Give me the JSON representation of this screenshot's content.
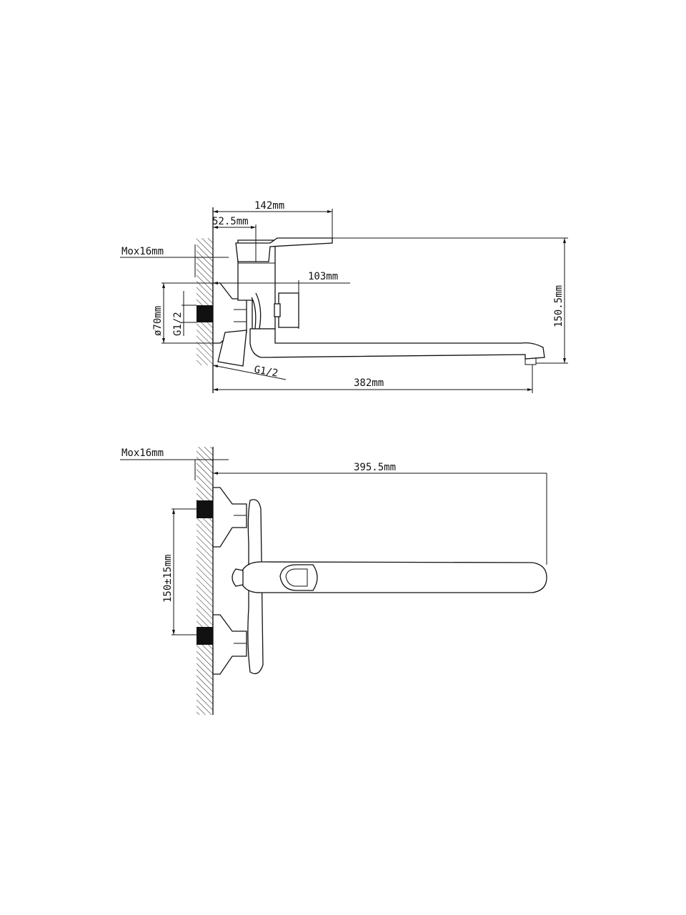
{
  "side_view": {
    "dim_total_height_lever": "142mm",
    "dim_lever_offset": "52.5mm",
    "dim_wall_thread": "Mox16mm",
    "dim_body_depth": "103mm",
    "dim_flange_diameter": "ø70mm",
    "dim_inlet_thread": "G1/2",
    "dim_outlet_thread": "G1/2",
    "dim_spout_height": "150.5mm",
    "dim_spout_reach": "382mm"
  },
  "front_view": {
    "dim_wall_thread": "Mox16mm",
    "dim_spout_length": "395.5mm",
    "dim_inlet_spacing": "150±15mm"
  }
}
